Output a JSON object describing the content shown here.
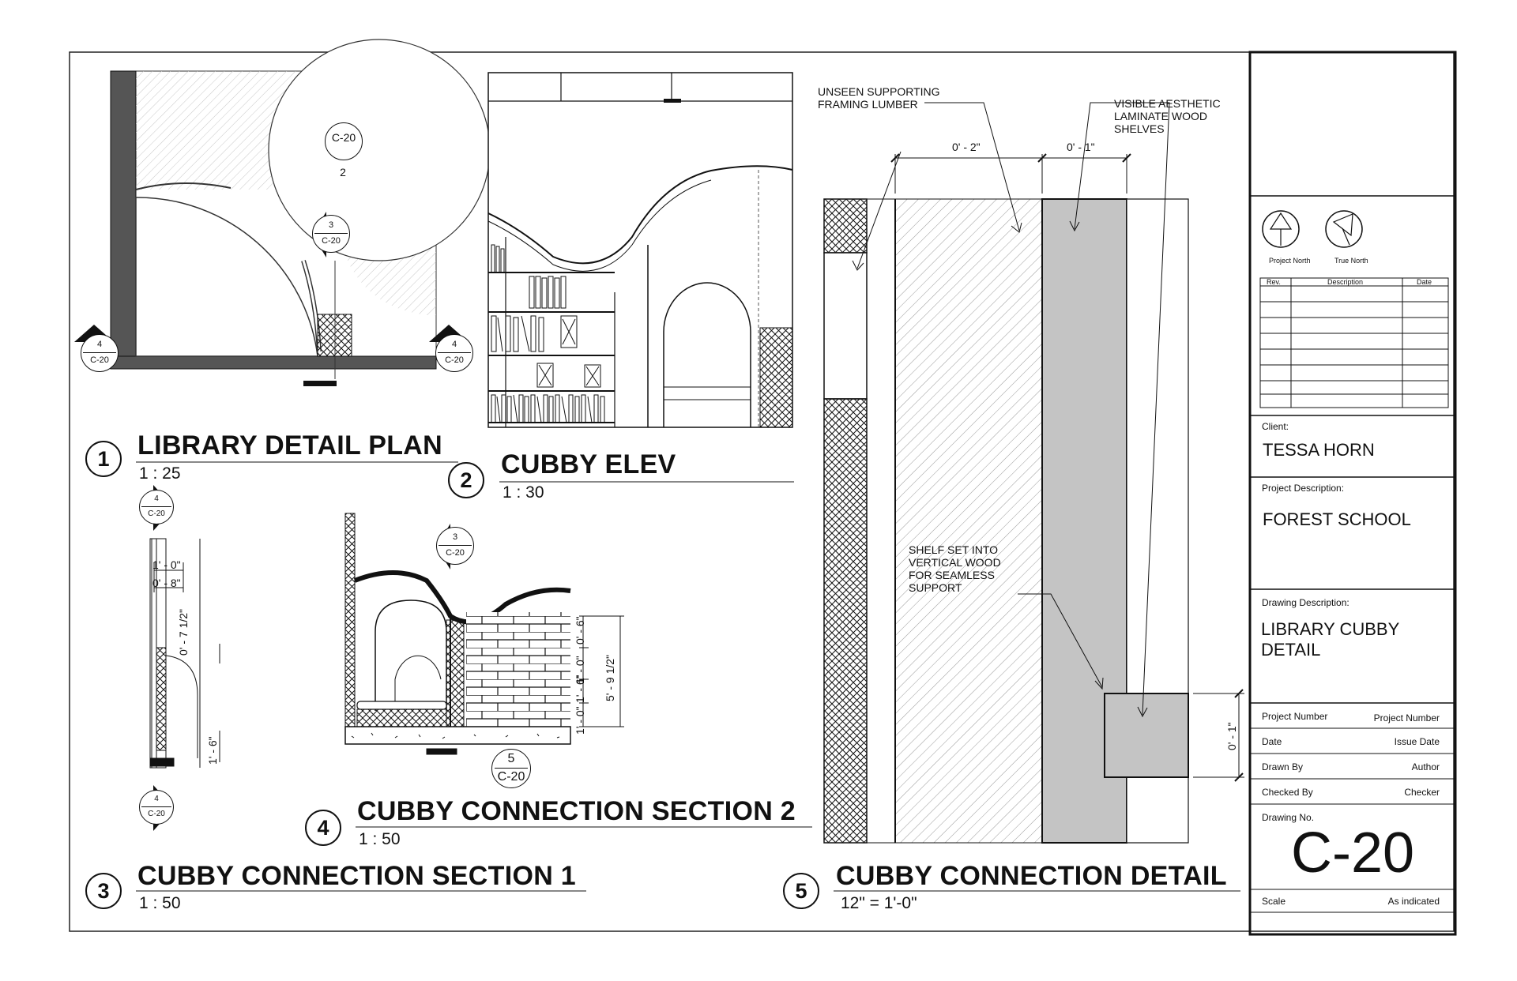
{
  "views": [
    {
      "number": "1",
      "title": "LIBRARY DETAIL PLAN",
      "scale": "1 : 25"
    },
    {
      "number": "2",
      "title": "CUBBY ELEV",
      "scale": "1 : 30"
    },
    {
      "number": "3",
      "title": "CUBBY CONNECTION SECTION 1",
      "scale": "1 : 50"
    },
    {
      "number": "4",
      "title": "CUBBY CONNECTION SECTION 2",
      "scale": "1 : 50"
    },
    {
      "number": "5",
      "title": "CUBBY CONNECTION DETAIL",
      "scale": "12\" = 1'-0\""
    }
  ],
  "callouts": {
    "sheet": "C-20",
    "plan_view_ref": "2",
    "section_ref_3": "3",
    "section_ref_4": "4",
    "detail_ref_5": "5"
  },
  "dimensions": {
    "sec1_overall": "1' - 0\"",
    "sec1_inner": "0' - 8\"",
    "sec1_upper": "0' - 7 1/2\"",
    "sec1_lower": "1' - 6\"",
    "sec2_a": "0' - 6\"",
    "sec2_b": "1' - 0\"",
    "sec2_c": "1' - 6\"",
    "sec2_d": "1' - 0\"",
    "sec2_total": "5' - 9 1/2\"",
    "detail_left": "0' - 2\"",
    "detail_right": "0' - 1\"",
    "detail_shelf": "0' - 1\""
  },
  "notes": {
    "framing": "UNSEEN SUPPORTING\nFRAMING LUMBER",
    "laminate": "VISIBLE AESTHETIC\nLAMINATE WOOD\nSHELVES",
    "shelf": "SHELF SET INTO\nVERTICAL WOOD\nFOR SEAMLESS\nSUPPORT"
  },
  "title_block": {
    "north_project": "Project North",
    "north_true": "True North",
    "rev_headers": [
      "Rev.",
      "Description",
      "Date"
    ],
    "client_label": "Client:",
    "client": "TESSA HORN",
    "project_desc_label": "Project Description:",
    "project_desc": "FOREST SCHOOL",
    "drawing_desc_label": "Drawing Description:",
    "drawing_desc_line1": "LIBRARY CUBBY",
    "drawing_desc_line2": "DETAIL",
    "rows": [
      {
        "label": "Project Number",
        "value": "Project Number"
      },
      {
        "label": "Date",
        "value": "Issue Date"
      },
      {
        "label": "Drawn By",
        "value": "Author"
      },
      {
        "label": "Checked By",
        "value": "Checker"
      }
    ],
    "drawing_no_label": "Drawing No.",
    "drawing_no": "C-20",
    "scale_label": "Scale",
    "scale_value": "As indicated"
  }
}
